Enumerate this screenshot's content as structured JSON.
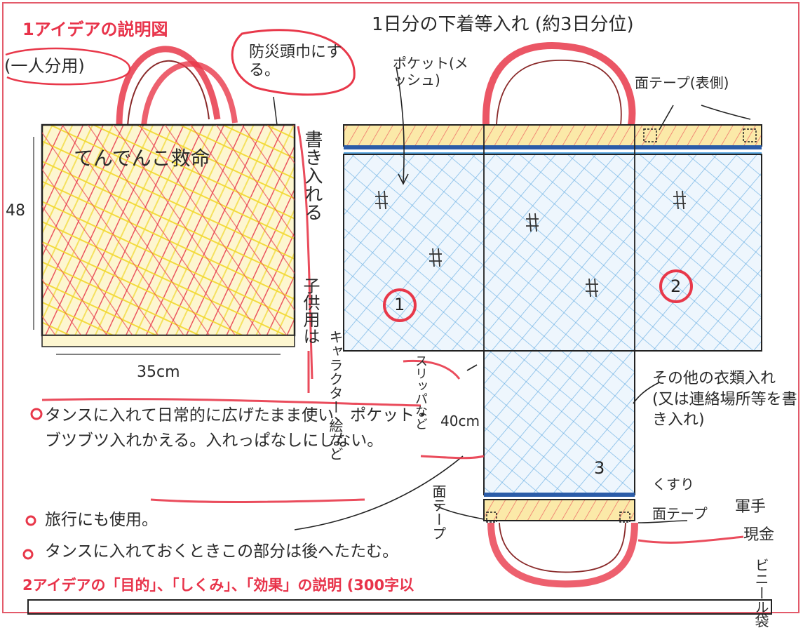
{
  "headings": {
    "section1": "1アイデアの説明図",
    "section2": "2アイデアの「目的」、「しくみ」、「効果」の説明 (300字以"
  },
  "left_bag": {
    "caption": "(一人分用)",
    "face_text": "てんでんこ救命",
    "height_label": "48",
    "width_label": "35cm",
    "callout": "防災頭巾にする。"
  },
  "right_bag": {
    "top_caption": "1日分の下着等入れ (約3日分位)",
    "pocket_label": "ポケット(メッシュ)",
    "tape_label": "面テープ(表側)",
    "side_label": "書き入れる",
    "child_note": "子供用は",
    "child_note_2": "キャラクター 絵など",
    "slip_note": "スリッパなど",
    "forty_label": "40cm",
    "other_clothes": "その他の衣類入れ (又は連絡場所等を書き入れ)",
    "medicine": "くすり",
    "tape_bottom": "面テープ",
    "tape_left": "面テープ",
    "extra_items": [
      "軍手",
      "現金",
      "ビニール袋"
    ],
    "circle_labels": [
      "1",
      "2",
      "3"
    ]
  },
  "notes": [
    "タンスに入れて日常的に広げたまま使い、ポケット・ブツブツ入れかえる。入れっぱなしにしない。",
    "旅行にも使用。",
    "タンスに入れておくときこの部分は後へたたむ。"
  ],
  "colors": {
    "heading_red": "#e8334a",
    "cross_red": "#e8384a",
    "cross_yellow": "#f2d82e",
    "cross_blue": "#5aa7e0",
    "tape_blue": "#2b5ca8",
    "ink": "#2a2a2a",
    "frame_border": "#e35a6a"
  }
}
